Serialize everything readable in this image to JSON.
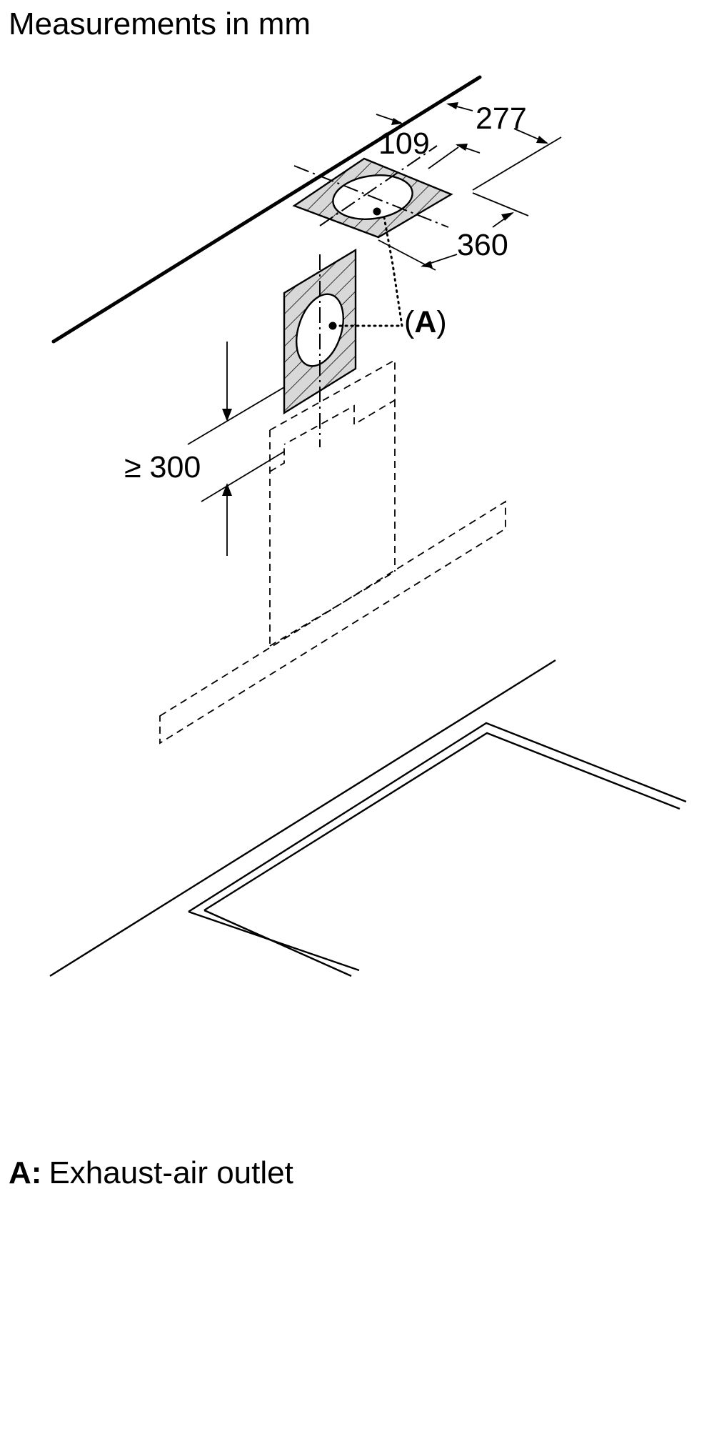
{
  "header": {
    "title": "Measurements in mm"
  },
  "dimensions": {
    "d277": "277",
    "d109": "109",
    "d360": "360",
    "d300": "≥ 300"
  },
  "callout": {
    "open": "(",
    "letter": "A",
    "close": ")"
  },
  "legend": {
    "key": "A:",
    "text": "Exhaust-air outlet"
  }
}
